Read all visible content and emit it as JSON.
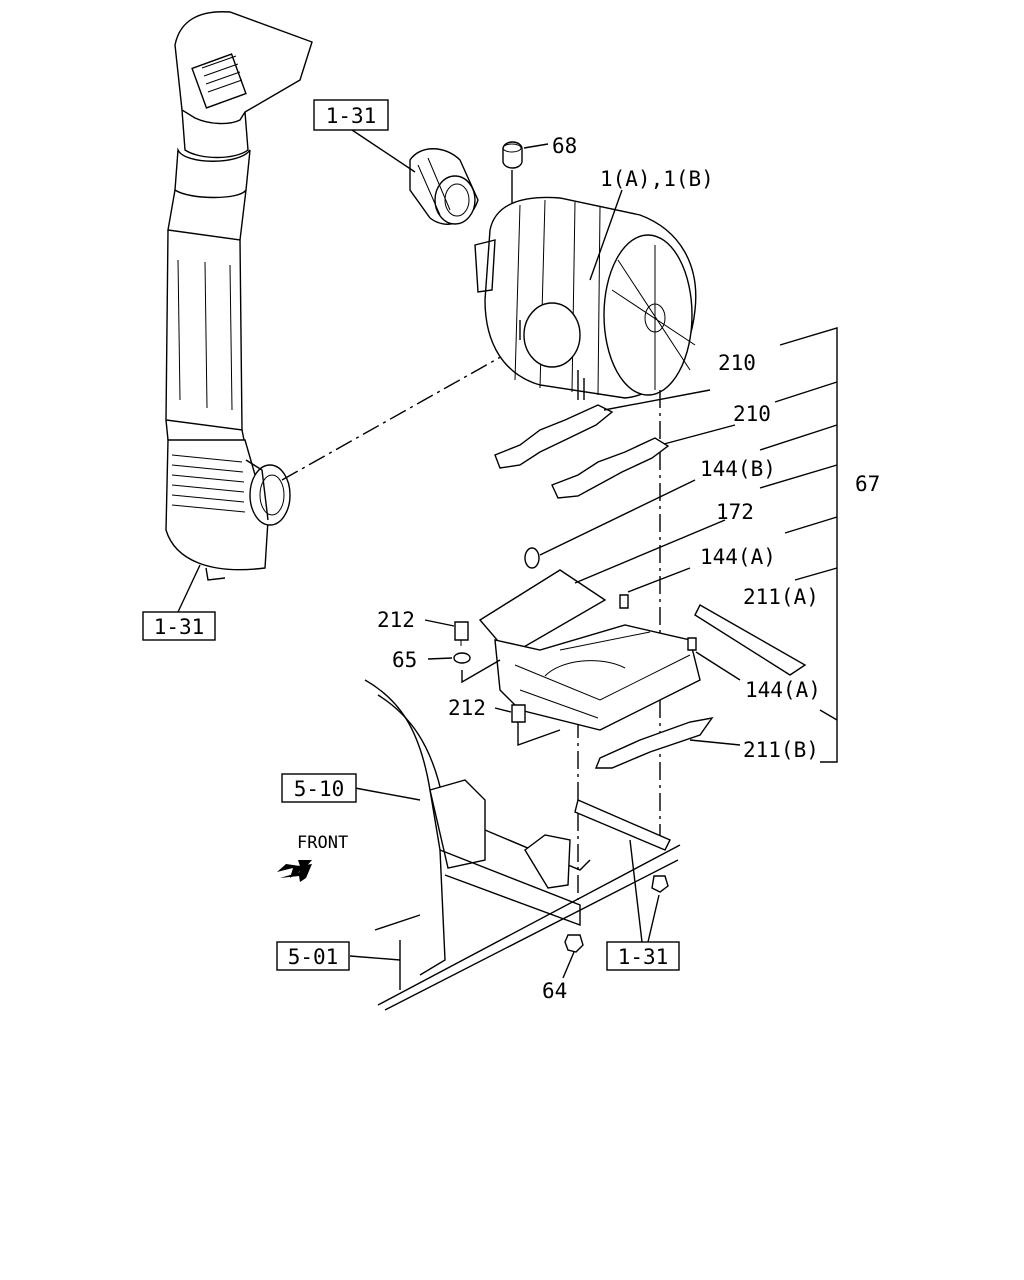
{
  "labels": {
    "p68": "68",
    "p1": "1(A),1(B)",
    "p210a": "210",
    "p210b": "210",
    "p144b": "144(B)",
    "p172": "172",
    "p67": "67",
    "p144a_top": "144(A)",
    "p211a": "211(A)",
    "p212a": "212",
    "p65": "65",
    "p212b": "212",
    "p144a_bot": "144(A)",
    "p211b": "211(B)",
    "p64": "64",
    "front": "FRONT"
  },
  "refs": {
    "r131_top": "1-31",
    "r131_left": "1-31",
    "r510": "5-10",
    "r501": "5-01",
    "r131_bottom": "1-31"
  },
  "icons": [
    "front-arrow-icon"
  ]
}
